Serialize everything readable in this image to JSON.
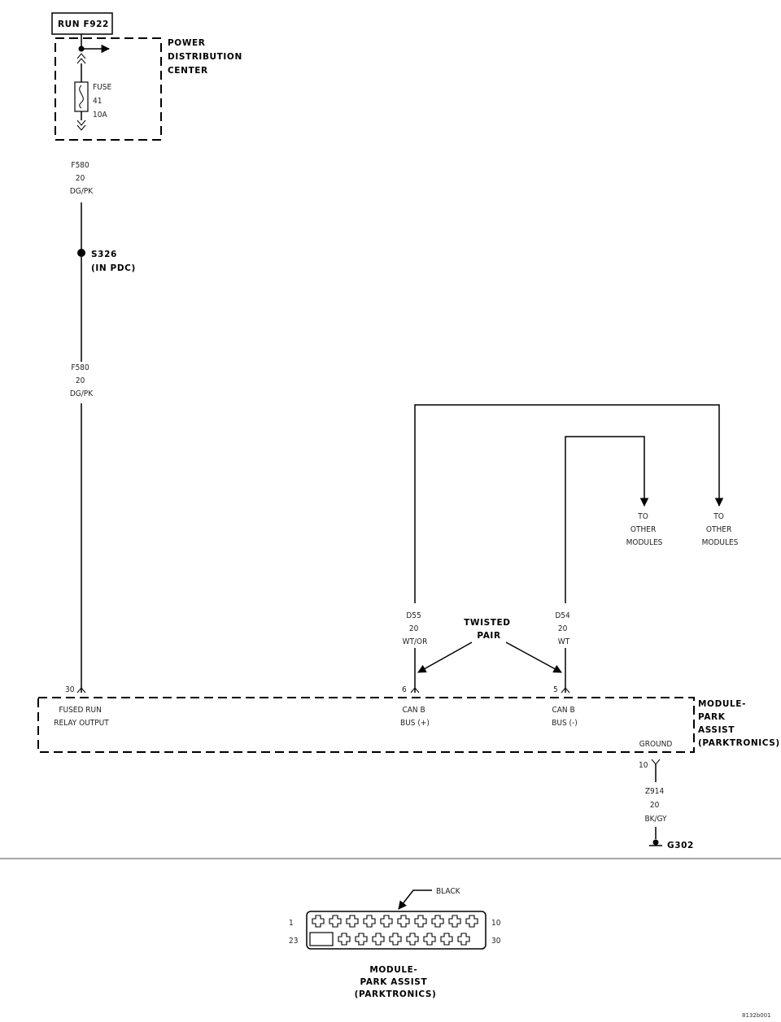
{
  "run_label": "RUN F922",
  "pdc": {
    "title": [
      "POWER",
      "DISTRIBUTION",
      "CENTER"
    ],
    "fuse": [
      "FUSE",
      "41",
      "10A"
    ]
  },
  "wire_f580_top": [
    "F580",
    "20",
    "DG/PK"
  ],
  "splice": [
    "S326",
    "(IN PDC)"
  ],
  "wire_f580_bottom": [
    "F580",
    "20",
    "DG/PK"
  ],
  "other_modules_1": [
    "TO",
    "OTHER",
    "MODULES"
  ],
  "other_modules_2": [
    "TO",
    "OTHER",
    "MODULES"
  ],
  "wire_d55": [
    "D55",
    "20",
    "WT/OR"
  ],
  "wire_d54": [
    "D54",
    "20",
    "WT"
  ],
  "twisted_pair": [
    "TWISTED",
    "PAIR"
  ],
  "pins": {
    "p30": "30",
    "p6": "6",
    "p5": "5",
    "p10": "10"
  },
  "module_pins": {
    "fused_run": [
      "FUSED RUN",
      "RELAY OUTPUT"
    ],
    "can_pos": [
      "CAN B",
      "BUS (+)"
    ],
    "can_neg": [
      "CAN B",
      "BUS (-)"
    ],
    "ground": "GROUND"
  },
  "module_title": [
    "MODULE-",
    "PARK",
    "ASSIST",
    "(PARKTRONICS)"
  ],
  "wire_z914": [
    "Z914",
    "20",
    "BK/GY"
  ],
  "ground_label": "G302",
  "connector": {
    "color_label": "BLACK",
    "pin_first_top": "1",
    "pin_last_top": "10",
    "pin_first_bottom": "23",
    "pin_last_bottom": "30",
    "title": [
      "MODULE-",
      "PARK ASSIST",
      "(PARKTRONICS)"
    ]
  },
  "figure_id": "8132b001"
}
